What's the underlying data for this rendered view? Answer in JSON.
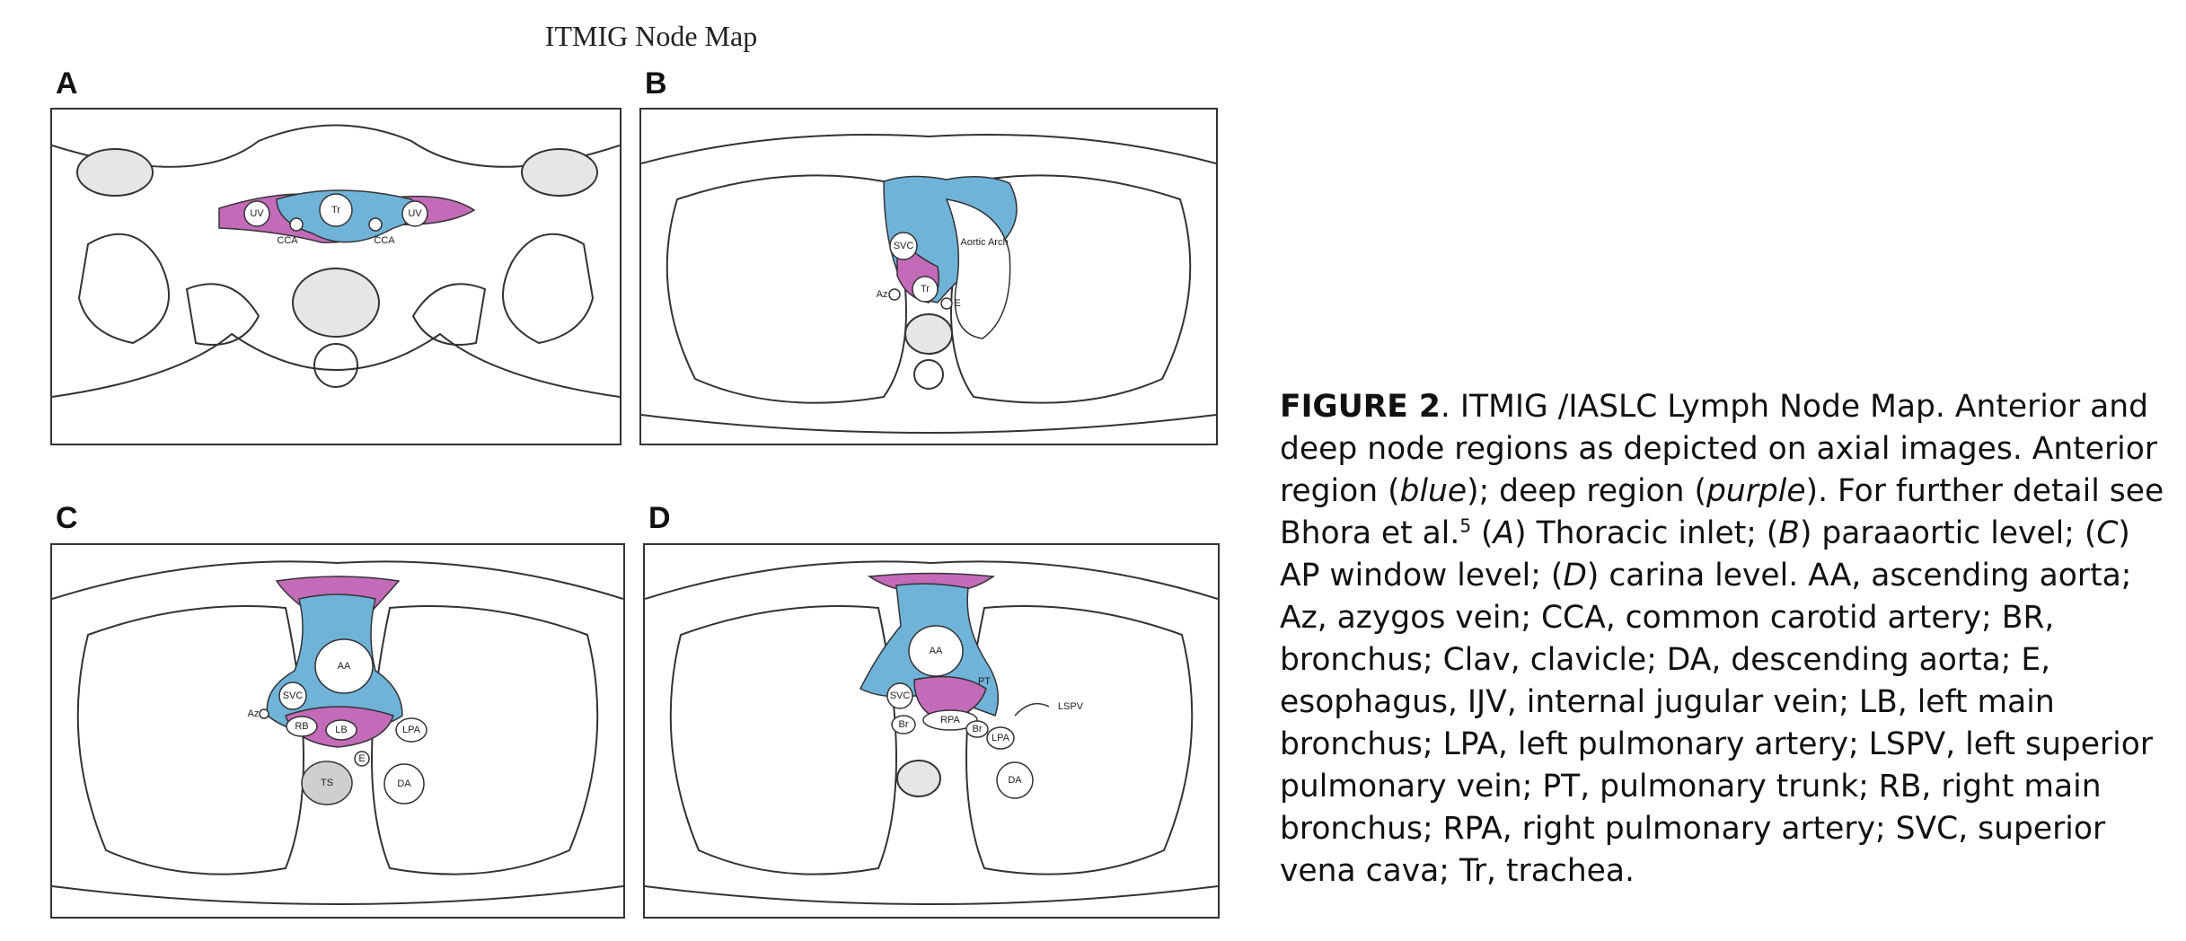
{
  "figure_title": "ITMIG Node Map",
  "colors": {
    "anterior": "#6fb3d9",
    "deep": "#c36bb8",
    "line": "#333333"
  },
  "panels": [
    {
      "letter": "A",
      "labels": [
        "UV",
        "Tr",
        "UV",
        "CCA",
        "CCA"
      ]
    },
    {
      "letter": "B",
      "labels": [
        "SVC",
        "Aortic Arch",
        "Tr",
        "Az",
        "E"
      ]
    },
    {
      "letter": "C",
      "labels": [
        "AA",
        "SVC",
        "Az",
        "RB",
        "LB",
        "LPA",
        "TS",
        "E",
        "DA"
      ]
    },
    {
      "letter": "D",
      "labels": [
        "AA",
        "SVC",
        "PT",
        "RPA",
        "LSPV",
        "Br",
        "Br",
        "LPA",
        "DA"
      ]
    }
  ],
  "caption": {
    "label": "FIGURE 2",
    "p1": ".   ITMIG /IASLC Lymph Node Map. Anterior and deep node regions as depicted on axial images. Anterior region (",
    "blue": "blue",
    "p2": "); deep region (",
    "purple": "purple",
    "p3": "). For further detail see Bhora et al.",
    "ref": "5",
    "p4": " (",
    "a": "A",
    "p5": ") Thoracic inlet; (",
    "b": "B",
    "p6": ") paraaortic level; (",
    "c": "C",
    "p7": ") AP window level; (",
    "d": "D",
    "p8": ") carina level. AA, ascending aorta; Az, azygos vein; CCA, common carotid artery; BR, bronchus; Clav, clavicle; DA, descending aorta; E, esophagus, IJV, internal jugular vein; LB, left main bronchus; LPA, left pulmonary artery; LSPV, left superior pulmonary vein; PT, pulmonary trunk; RB, right main bronchus; RPA, right pulmonary artery; SVC, superior vena cava; Tr, trachea."
  }
}
